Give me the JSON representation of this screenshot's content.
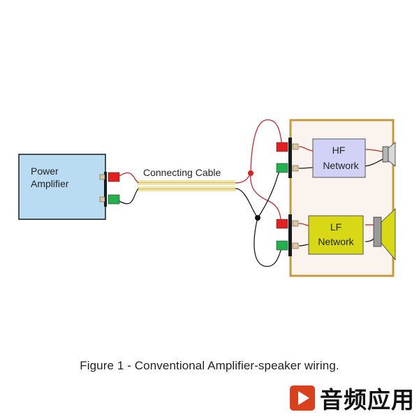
{
  "diagram": {
    "amplifier_label_line1": "Power",
    "amplifier_label_line2": "Amplifier",
    "cable_label": "Connecting Cable",
    "hf_label_line1": "HF",
    "hf_label_line2": "Network",
    "lf_label_line1": "LF",
    "lf_label_line2": "Network"
  },
  "caption": "Figure 1  -  Conventional Amplifier-speaker wiring.",
  "watermark": {
    "text": "音频应用",
    "icon": "play-icon"
  },
  "colors": {
    "amplifier_fill": "#b9dcf3",
    "hf_fill": "#d2d2f7",
    "lf_fill": "#d8d816",
    "cabinet_border": "#c49a3c",
    "positive_terminal": "#e31f1f",
    "negative_terminal": "#22b14c",
    "wire_positive": "#c0282b",
    "wire_negative": "#1a1a1a",
    "cable": "#f2e3a6",
    "watermark_icon": "#d9401c"
  }
}
